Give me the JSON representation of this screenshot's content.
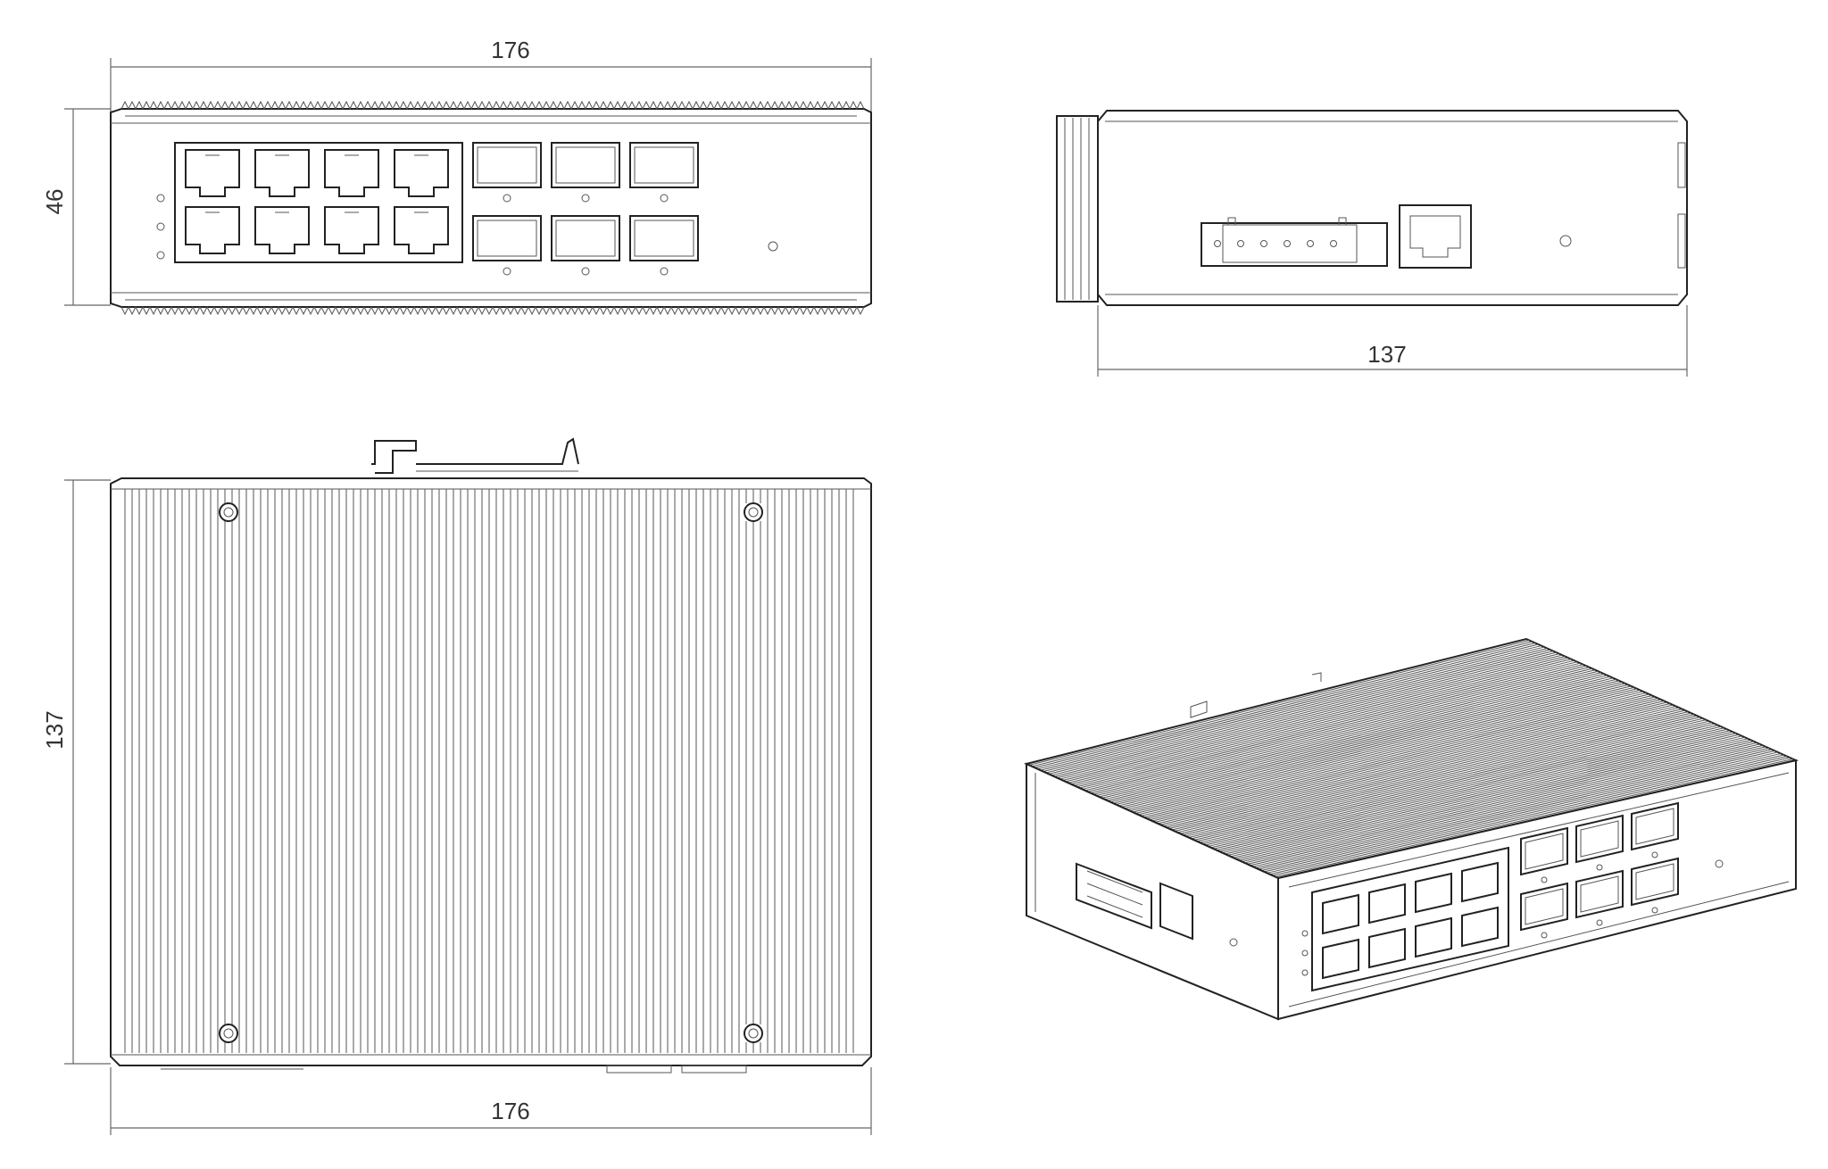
{
  "dimensions": {
    "front_width": "176",
    "front_height": "46",
    "side_depth": "137",
    "top_depth": "137",
    "top_width": "176"
  },
  "views": {
    "front": {
      "rj45_ports": 8,
      "sfp_ports": 6,
      "status_leds": 3
    },
    "side": {
      "terminal_block_pins": 6,
      "console_port": 1
    },
    "top": {
      "mounting_screws": 4
    },
    "isometric": {
      "rj45_ports": 8,
      "sfp_ports": 6
    }
  },
  "colors": {
    "line": "#222222",
    "dimension": "#666666",
    "text": "#333333",
    "background": "#ffffff"
  }
}
